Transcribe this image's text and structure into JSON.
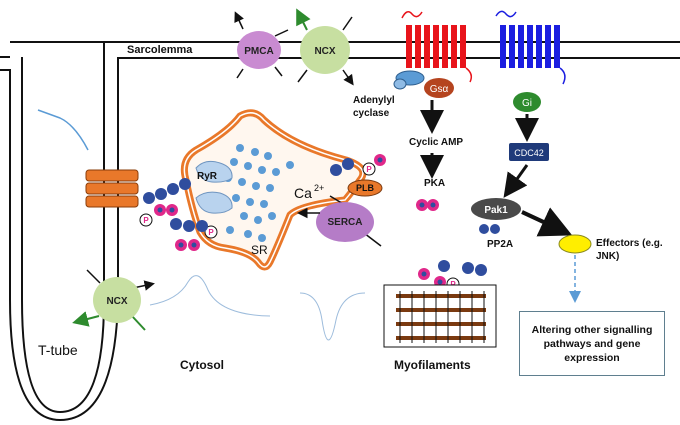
{
  "labels": {
    "sarcolemma": "Sarcolemma",
    "pmca": "PMCA",
    "ncx_top": "NCX",
    "ncx_bottom": "NCX",
    "adenylyl_cyclase_1": "Adenylyl",
    "adenylyl_cyclase_2": "cyclase",
    "gs_alpha": "Gsα",
    "gi": "Gi",
    "cyclic_amp": "Cyclic AMP",
    "cdc42": "CDC42",
    "pka": "PKA",
    "pak1": "Pak1",
    "pp2a": "PP2A",
    "effectors_1": "Effectors (e.g.",
    "effectors_2": "JNK)",
    "ryr": "RyR",
    "calcium": "Ca",
    "calcium_charge": "2+",
    "plb": "PLB",
    "serca": "SERCA",
    "sr": "SR",
    "phospho": "P",
    "t_tube": "T-tube",
    "cytosol": "Cytosol",
    "myofilaments": "Myofilaments",
    "outcome_box": "Altering other signalling pathways and gene expression"
  },
  "colors": {
    "receptor_red": "#e8141b",
    "receptor_blue": "#1b1ee0",
    "pmca": "#c98bd1",
    "ncx": "#c7dfa1",
    "serca": "#b57cc7",
    "sr_orange": "#e9782a",
    "calcium_dots": "#5b9bd5",
    "gs_brown": "#b5441f",
    "gi_green": "#2e8b2e",
    "cdc42_navy": "#1f3a7a",
    "pak1_gray": "#4a4a4a",
    "effector_yellow": "#ffee00",
    "kinase_blue": "#2f4d9e",
    "phospho_pink": "#e0288a"
  }
}
